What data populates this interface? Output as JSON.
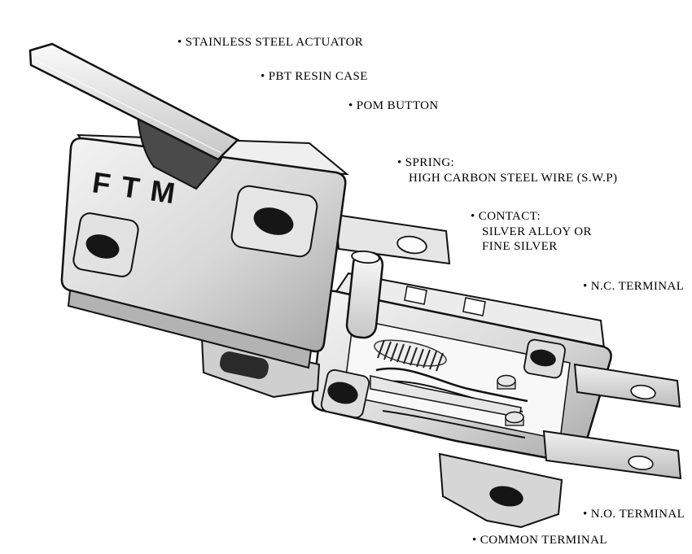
{
  "brand": "FTM",
  "labels": {
    "actuator": "• STAINLESS STEEL ACTUATOR",
    "case": "• PBT RESIN CASE",
    "button": "• POM BUTTON",
    "spring_title": "• SPRING:",
    "spring_detail": "HIGH CARBON STEEL WIRE (S.W.P)",
    "contact_title": "• CONTACT:",
    "contact_detail_1": "SILVER ALLOY OR",
    "contact_detail_2": "FINE SILVER",
    "nc_terminal": "• N.C. TERMINAL",
    "no_terminal": "• N.O. TERMINAL",
    "common_terminal": "• COMMON TERMINAL"
  },
  "colors": {
    "background": "#ffffff",
    "line": "#111111",
    "body_light": "#f2f2f2",
    "body_mid": "#d9d9d9",
    "body_dark": "#a9a9a9",
    "hole_dark": "#161616"
  }
}
